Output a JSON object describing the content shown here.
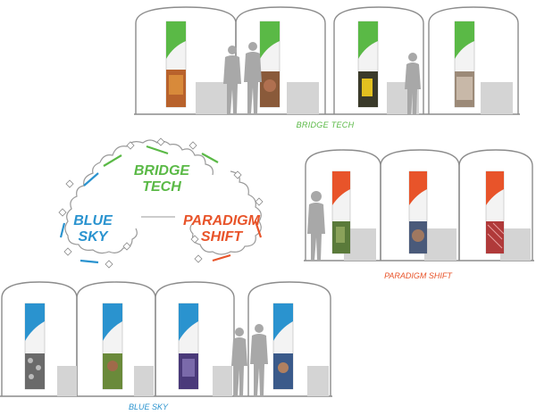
{
  "labels": {
    "bridge_tech_caption": "BRIDGE TECH",
    "paradigm_shift_caption": "PARADIGM SHIFT",
    "blue_sky_caption": "BLUE SKY"
  },
  "floorplan": {
    "bridge_line1": "BRIDGE",
    "bridge_line2": "TECH",
    "blue_line1": "BLUE",
    "blue_line2": "SKY",
    "paradigm_line1": "PARADIGM",
    "paradigm_line2": "SHIFT"
  },
  "colors": {
    "green": "#5ab946",
    "orange": "#e8542a",
    "blue": "#2a93cf",
    "outline": "#9a9a9a",
    "figure": "#a8a8a8",
    "pedestal": "#d2d2d2"
  },
  "icons": [
    "person-silhouette-icon",
    "banner-panel-icon",
    "arched-booth-icon"
  ]
}
